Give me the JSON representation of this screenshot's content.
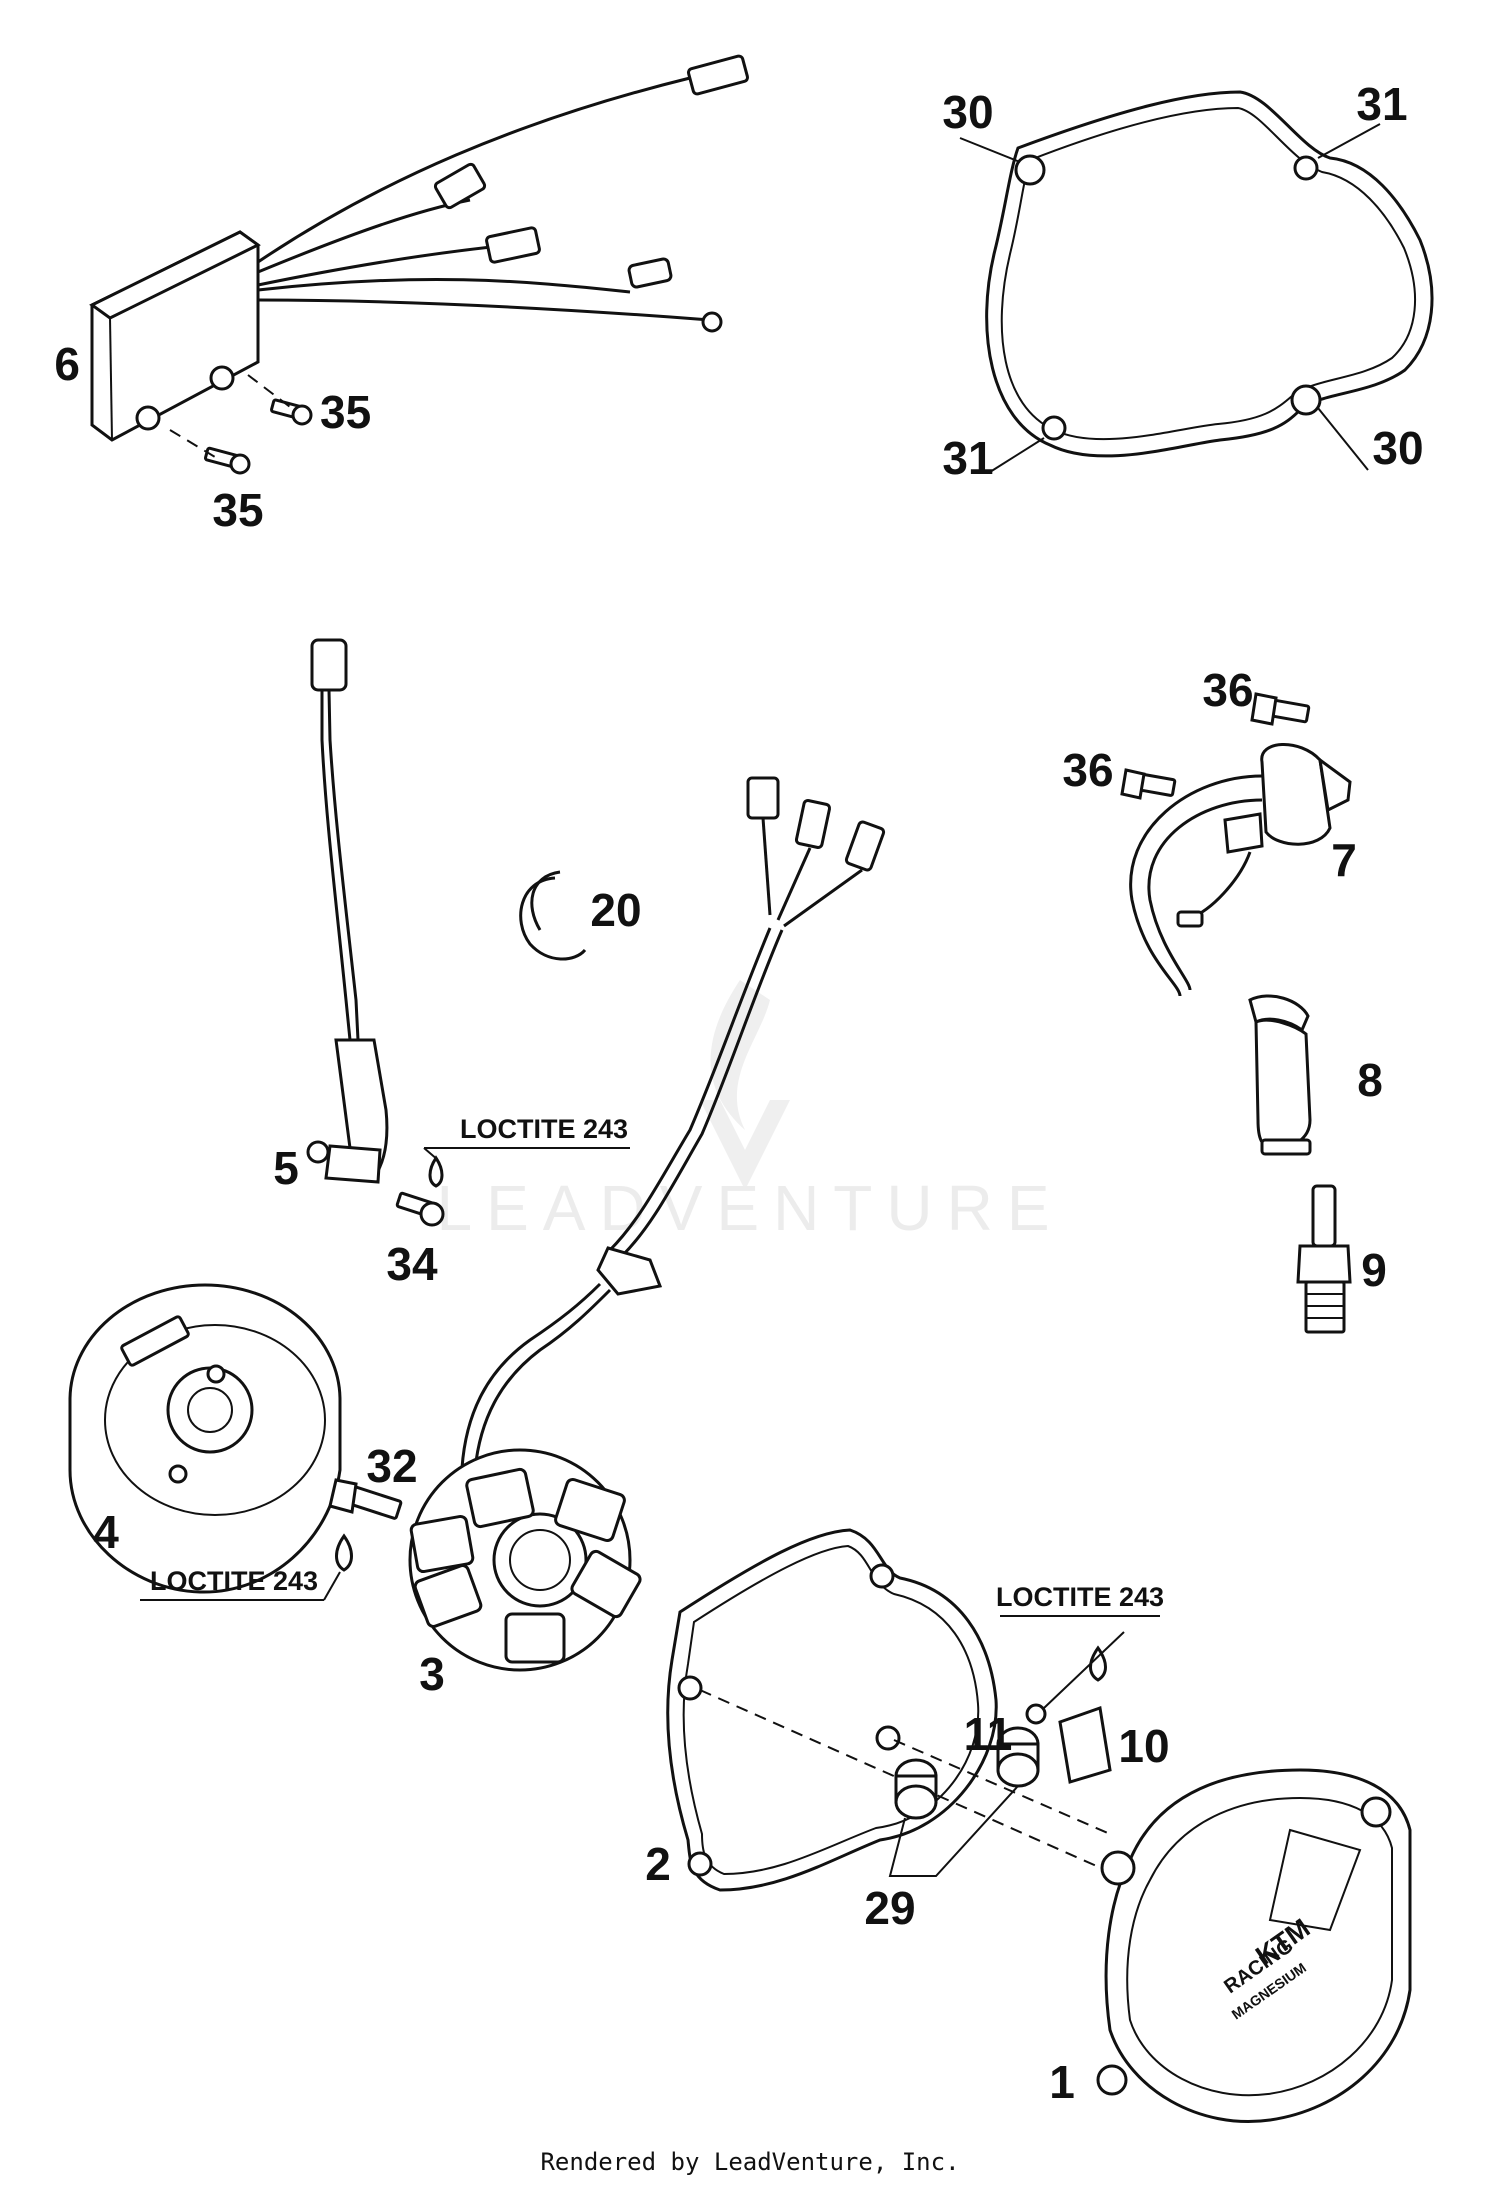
{
  "watermark": "LEADVENTURE",
  "footer": "Rendered by LeadVenture, Inc.",
  "callouts": {
    "c1": "1",
    "c2": "2",
    "c3": "3",
    "c4": "4",
    "c5": "5",
    "c6": "6",
    "c7": "7",
    "c8": "8",
    "c9": "9",
    "c10": "10",
    "c11": "11",
    "c20": "20",
    "c29": "29",
    "c30a": "30",
    "c30b": "30",
    "c31a": "31",
    "c31b": "31",
    "c32": "32",
    "c34": "34",
    "c35a": "35",
    "c35b": "35",
    "c36a": "36",
    "c36b": "36"
  },
  "notes": {
    "loctite_a": "LOCTITE 243",
    "loctite_b": "LOCTITE 243",
    "loctite_c": "LOCTITE 243"
  },
  "cover_logo": {
    "line1": "KTM",
    "line2": "RACING",
    "line3": "MAGNESIUM"
  }
}
